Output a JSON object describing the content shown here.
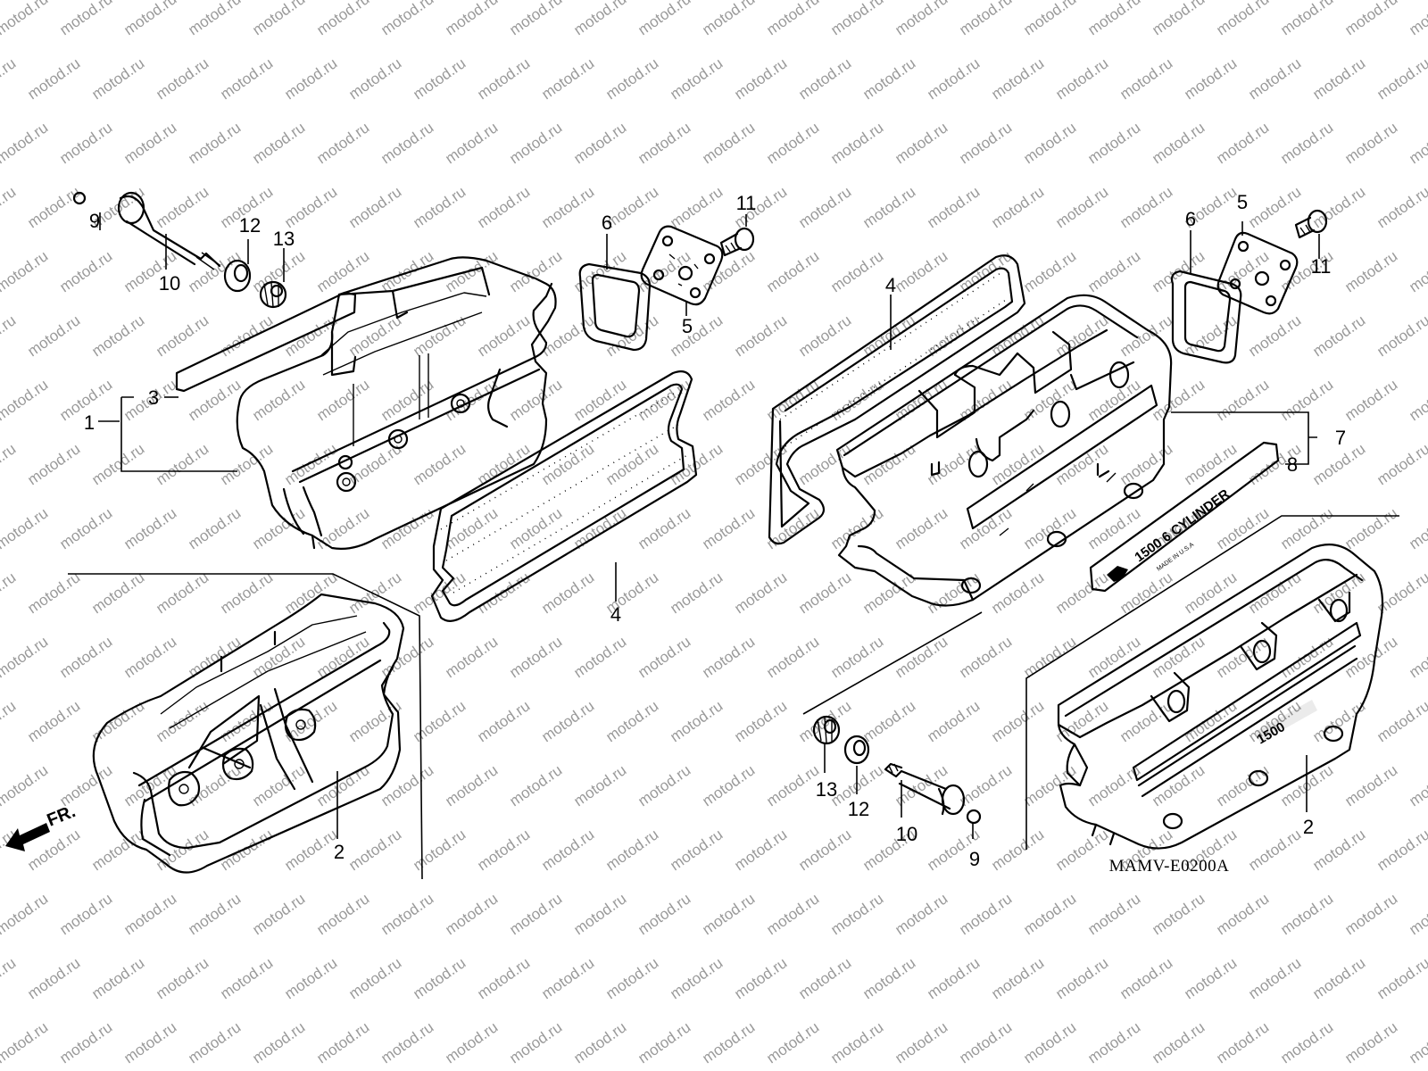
{
  "watermark": {
    "text": "motod.ru",
    "color": "#9a9a9a"
  },
  "diagram_code": "MAMV-E0200A",
  "front_marker": "FR.",
  "emblem": {
    "main": "1500 6 CYLINDER",
    "sub": "MADE IN U.S.A"
  },
  "cover_logo": "1500",
  "callouts": [
    {
      "id": "left-9",
      "text": "9"
    },
    {
      "id": "left-10",
      "text": "10"
    },
    {
      "id": "left-12",
      "text": "12"
    },
    {
      "id": "left-13",
      "text": "13"
    },
    {
      "id": "left-3",
      "text": "3"
    },
    {
      "id": "left-1",
      "text": "1"
    },
    {
      "id": "left-6",
      "text": "6"
    },
    {
      "id": "left-5",
      "text": "5"
    },
    {
      "id": "left-11",
      "text": "11"
    },
    {
      "id": "left-4",
      "text": "4"
    },
    {
      "id": "left-2",
      "text": "2"
    },
    {
      "id": "right-4",
      "text": "4"
    },
    {
      "id": "right-6",
      "text": "6"
    },
    {
      "id": "right-5",
      "text": "5"
    },
    {
      "id": "right-11",
      "text": "11"
    },
    {
      "id": "right-7",
      "text": "7"
    },
    {
      "id": "right-8",
      "text": "8"
    },
    {
      "id": "right-13",
      "text": "13"
    },
    {
      "id": "right-12",
      "text": "12"
    },
    {
      "id": "right-10",
      "text": "10"
    },
    {
      "id": "right-9",
      "text": "9"
    },
    {
      "id": "right-2",
      "text": "2"
    }
  ]
}
